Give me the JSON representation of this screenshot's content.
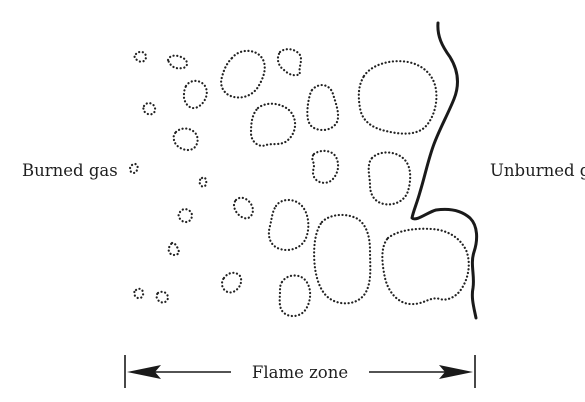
{
  "labels": {
    "burned_gas": "Burned gas",
    "unburned_gas": "Unburned gas",
    "flame_zone": "Flame zone"
  },
  "colors": {
    "ink": "#1a1a1a",
    "background": "#ffffff"
  }
}
